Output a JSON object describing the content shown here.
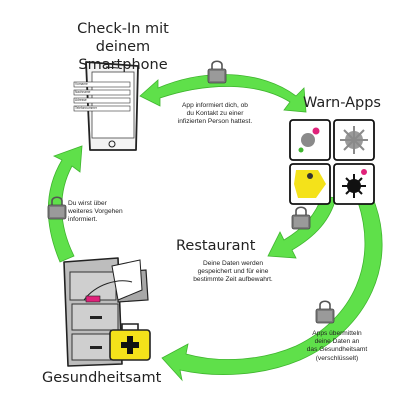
{
  "headings": {
    "checkin_line1": "Check-In mit deinem",
    "checkin_line2": "Smartphone",
    "warn_apps": "Warn-Apps",
    "restaurant": "Restaurant",
    "gesundheitsamt": "Gesundheitsamt"
  },
  "notes": {
    "app_info": [
      "App informiert dich, ob",
      "du Kontakt zu einer",
      "infizierten Person hattest."
    ],
    "vorgehen": [
      "Du wirst über",
      "weiteres Vorgehen",
      "informiert."
    ],
    "daten_gespeichert": [
      "Deine Daten werden",
      "gespeichert und für eine",
      "bestimmte Zeit aufbewahrt."
    ],
    "apps_uebermitteln": [
      "Apps übermitteln",
      "deine Daten an",
      "das Gesundheitsamt",
      "(verschlüsselt)"
    ]
  },
  "phone_form": {
    "fields": [
      "Vorname",
      "Nachname",
      "Adresse",
      "Telefonnummer"
    ]
  },
  "colors": {
    "arrow_green": "#5fe04a",
    "lock_body": "#7c7c7c",
    "case_yellow": "#f4e21a",
    "cabinet_gray": "#bdbdbd"
  }
}
